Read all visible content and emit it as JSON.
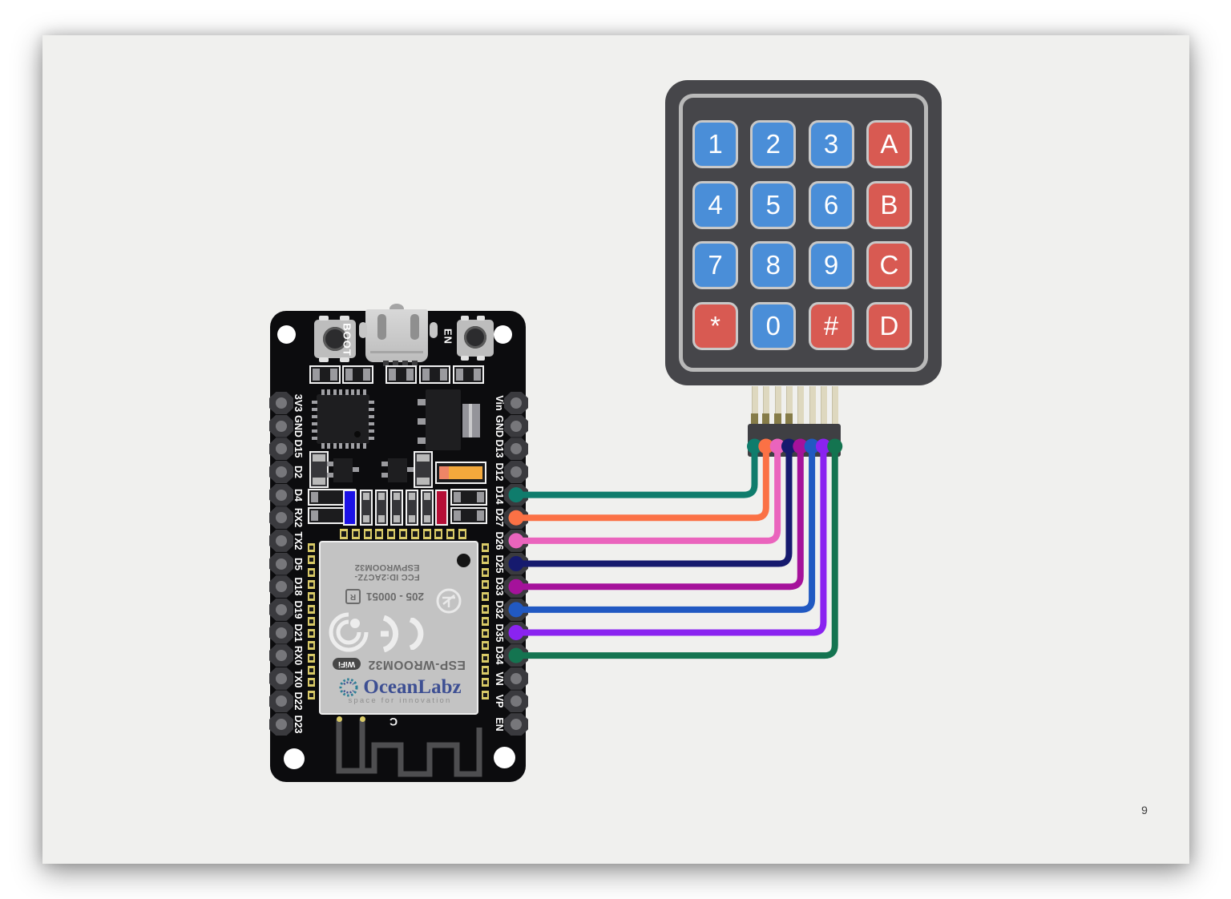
{
  "page": {
    "number": "9",
    "background": "#f0f0ee"
  },
  "keypad": {
    "key_colors": {
      "blue": "#4a8ed8",
      "red": "#d85a52"
    },
    "keys": [
      {
        "label": "1",
        "type": "blue"
      },
      {
        "label": "2",
        "type": "blue"
      },
      {
        "label": "3",
        "type": "blue"
      },
      {
        "label": "A",
        "type": "red"
      },
      {
        "label": "4",
        "type": "blue"
      },
      {
        "label": "5",
        "type": "blue"
      },
      {
        "label": "6",
        "type": "blue"
      },
      {
        "label": "B",
        "type": "red"
      },
      {
        "label": "7",
        "type": "blue"
      },
      {
        "label": "8",
        "type": "blue"
      },
      {
        "label": "9",
        "type": "blue"
      },
      {
        "label": "C",
        "type": "red"
      },
      {
        "label": "*",
        "type": "red"
      },
      {
        "label": "0",
        "type": "blue"
      },
      {
        "label": "#",
        "type": "red"
      },
      {
        "label": "D",
        "type": "red"
      }
    ]
  },
  "esp32": {
    "boot_label": "BOOT",
    "en_label": "EN",
    "left_pins": [
      "3V3",
      "GND",
      "D15",
      "D2",
      "D4",
      "RX2",
      "TX2",
      "D5",
      "D18",
      "D19",
      "D21",
      "RX0",
      "TX0",
      "D22",
      "D23"
    ],
    "right_pins": [
      "Vin",
      "GND",
      "D13",
      "D12",
      "D14",
      "D27",
      "D26",
      "D25",
      "D33",
      "D32",
      "D35",
      "D34",
      "VN",
      "VP",
      "EN"
    ],
    "module": {
      "fcc_text": "FCC ID:2AC7Z-ESPWROOM32",
      "reg_text": "205 - 00051",
      "reg_mark": "R",
      "wifi_badge": "WiFi",
      "model_text": "ESP-WROOM32",
      "brand": "OceanLabz",
      "brand_tagline": "space for innovation",
      "brand_color": "#3d4f93",
      "antenna_mark": "C"
    }
  },
  "wiring": {
    "wires": [
      {
        "name": "teal",
        "color": "#0f7c6c",
        "esp_pin": "D14"
      },
      {
        "name": "orange",
        "color": "#fb7145",
        "esp_pin": "D27"
      },
      {
        "name": "pink",
        "color": "#ea64bd",
        "esp_pin": "D26"
      },
      {
        "name": "navy",
        "color": "#161a6e",
        "esp_pin": "D25"
      },
      {
        "name": "magenta",
        "color": "#a5129b",
        "esp_pin": "D33"
      },
      {
        "name": "blue",
        "color": "#2159c2",
        "esp_pin": "D32"
      },
      {
        "name": "violet",
        "color": "#8a23f0",
        "esp_pin": "D35"
      },
      {
        "name": "green",
        "color": "#147450",
        "esp_pin": "D34"
      }
    ]
  }
}
